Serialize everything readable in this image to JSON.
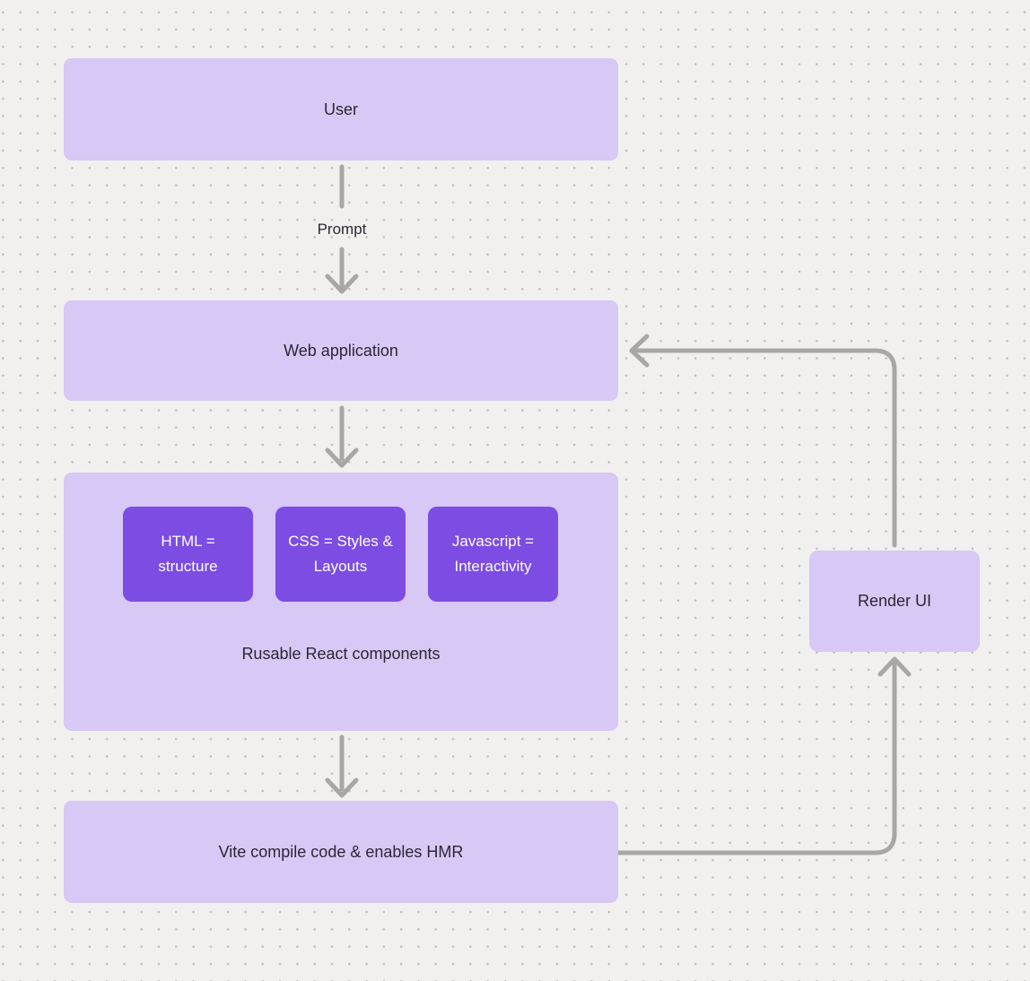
{
  "colors": {
    "background": "#f2f0ee",
    "dot": "#bdbbb9",
    "node_fill": "#d7c8f5",
    "node_text": "#2b2733",
    "inner_fill": "#7c4ce3",
    "inner_text": "#ffffff",
    "connector": "#a9a7a5"
  },
  "nodes": {
    "user": {
      "label": "User"
    },
    "web_application": {
      "label": "Web application"
    },
    "react_components": {
      "label": "Rusable React components",
      "children": [
        {
          "label": "HTML = structure"
        },
        {
          "label": "CSS = Styles & Layouts"
        },
        {
          "label": "Javascript = Interactivity"
        }
      ]
    },
    "vite": {
      "label": "Vite compile code & enables HMR"
    },
    "render_ui": {
      "label": "Render UI"
    }
  },
  "edges": {
    "prompt_label": "Prompt"
  }
}
